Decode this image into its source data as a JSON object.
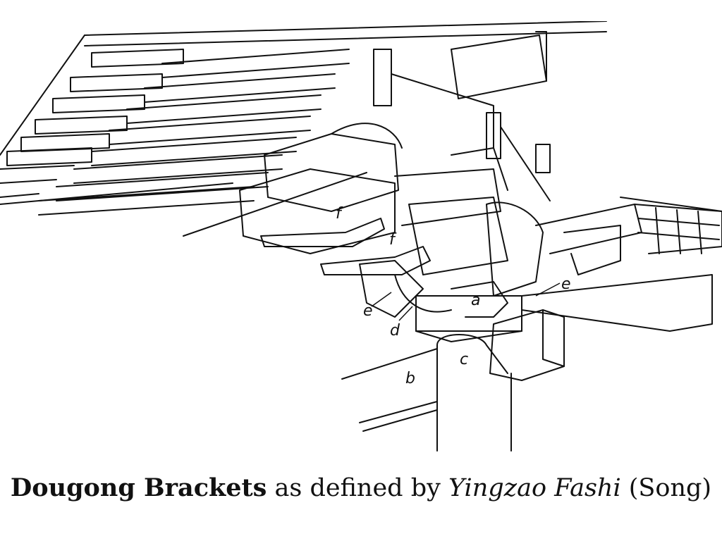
{
  "caption": {
    "bold": "Dougong Brackets",
    "mid": " as defined by ",
    "italic": "Yingzao Fashi",
    "end": " (Song)"
  },
  "labels": {
    "a": "a",
    "b": "b",
    "c": "c",
    "d": "d",
    "e1": "e",
    "e2": "e",
    "f1": "f",
    "f2": "f"
  },
  "colors": {
    "ink": "#111111",
    "paper": "#ffffff"
  }
}
